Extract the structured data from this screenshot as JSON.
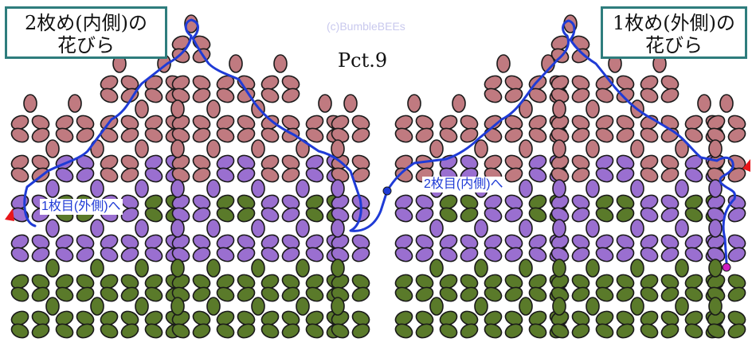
{
  "labels": {
    "left_line1": "2枚め(内側)の",
    "left_line2": "花びら",
    "right_line1": "1枚め(外側)の",
    "right_line2": "花びら"
  },
  "title": "Pct.9",
  "watermark": "(c)BumbleBEEs",
  "path_labels": {
    "left": "1枚目(外側)へ",
    "right": "2枚目(内側)へ"
  },
  "colors": {
    "pink": "#c07a80",
    "purple": "#9a6fd0",
    "green": "#5a7a2a",
    "outline": "#1a1a1a",
    "thread": "#1f3bd6",
    "arrow": "#e8161a",
    "magenta": "#d020c0",
    "box_border": "#2e7d7d"
  }
}
